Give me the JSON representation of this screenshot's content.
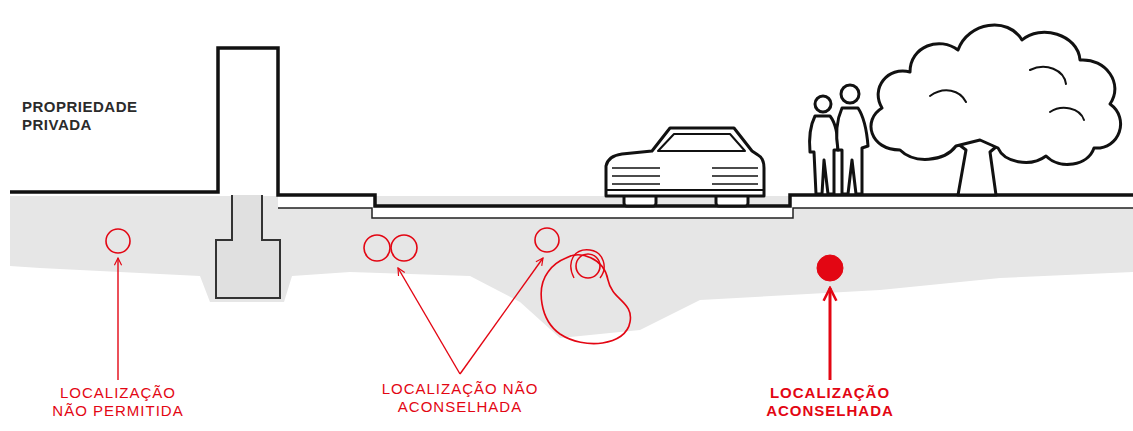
{
  "diagram": {
    "labels": [
      "PROPRIEDADE PRIVADA",
      "LOCALIZAÇÃO NÃO PERMITIDA",
      "LOCALIZAÇÃO NÃO ACONSELHADA",
      "LOCALIZAÇÃO ACONSELHADA"
    ]
  }
}
